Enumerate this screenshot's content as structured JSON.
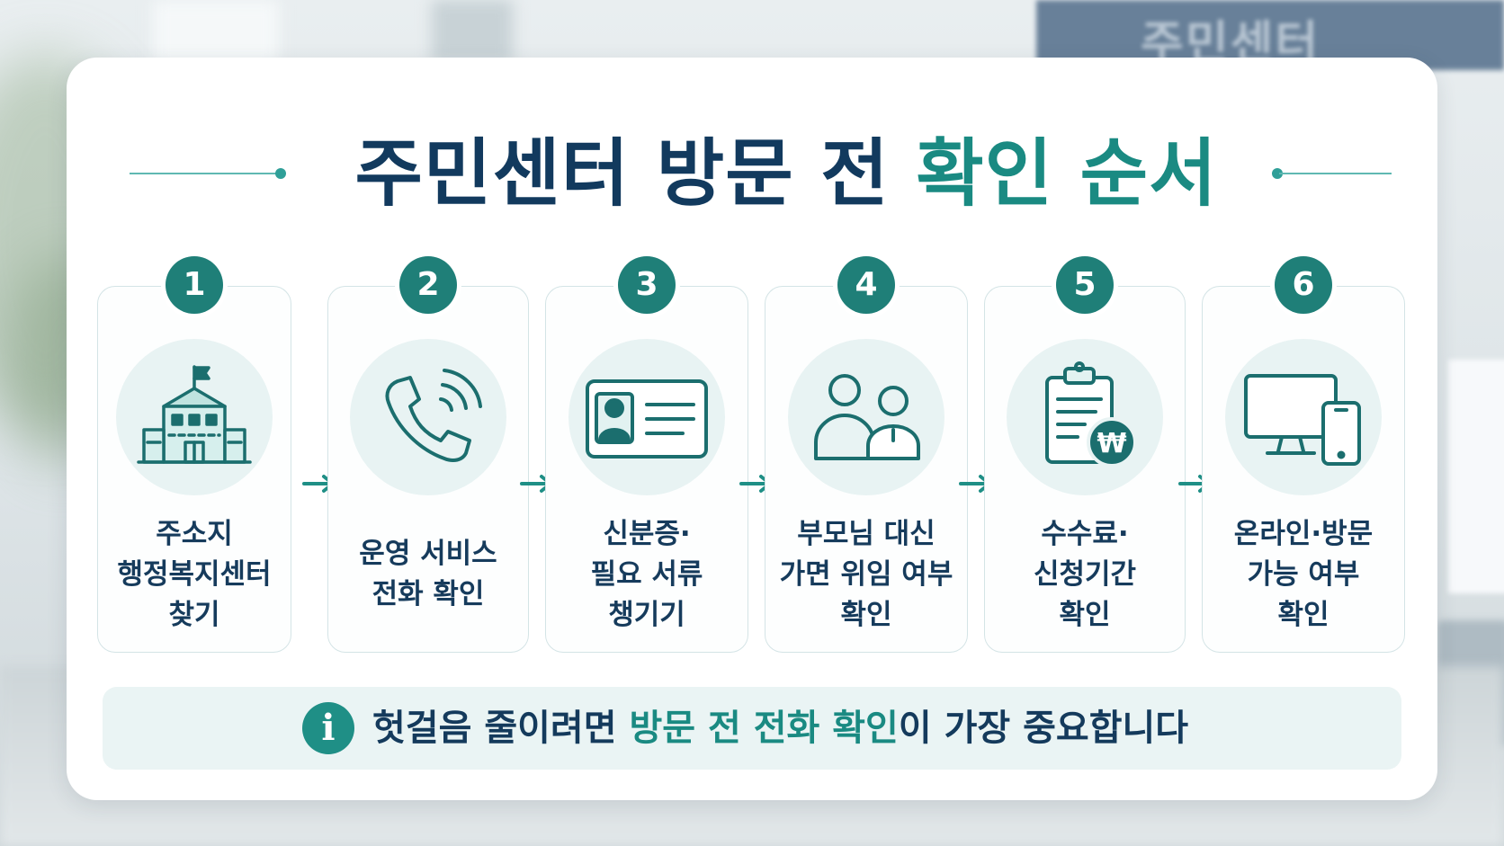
{
  "background": {
    "sign_text": "주민센터"
  },
  "title": {
    "main": "주민센터 방문 전 ",
    "accent": "확인 순서"
  },
  "steps": [
    {
      "number": "1",
      "icon": "building-flag-icon",
      "lines": [
        "주소지",
        "행정복지센터",
        "찾기"
      ]
    },
    {
      "number": "2",
      "icon": "phone-call-icon",
      "lines": [
        "운영 서비스",
        "전화 확인"
      ]
    },
    {
      "number": "3",
      "icon": "id-card-icon",
      "lines": [
        "신분증·",
        "필요 서류",
        "챙기기"
      ]
    },
    {
      "number": "4",
      "icon": "two-people-icon",
      "lines": [
        "부모님 대신",
        "가면 위임 여부",
        "확인"
      ]
    },
    {
      "number": "5",
      "icon": "clipboard-won-icon",
      "lines": [
        "수수료·",
        "신청기간",
        "확인"
      ]
    },
    {
      "number": "6",
      "icon": "monitor-phone-icon",
      "lines": [
        "온라인·방문",
        "가능 여부",
        "확인"
      ]
    }
  ],
  "info": {
    "icon_glyph": "i",
    "text_before": "헛걸음 줄이려면 ",
    "text_accent": "방문 전 전화 확인",
    "text_after": "이 가장 중요합니다"
  },
  "colors": {
    "navy": "#123a5e",
    "teal": "#1a8a82",
    "badge": "#1f7f78",
    "icon_bg": "#e8f3f3"
  }
}
